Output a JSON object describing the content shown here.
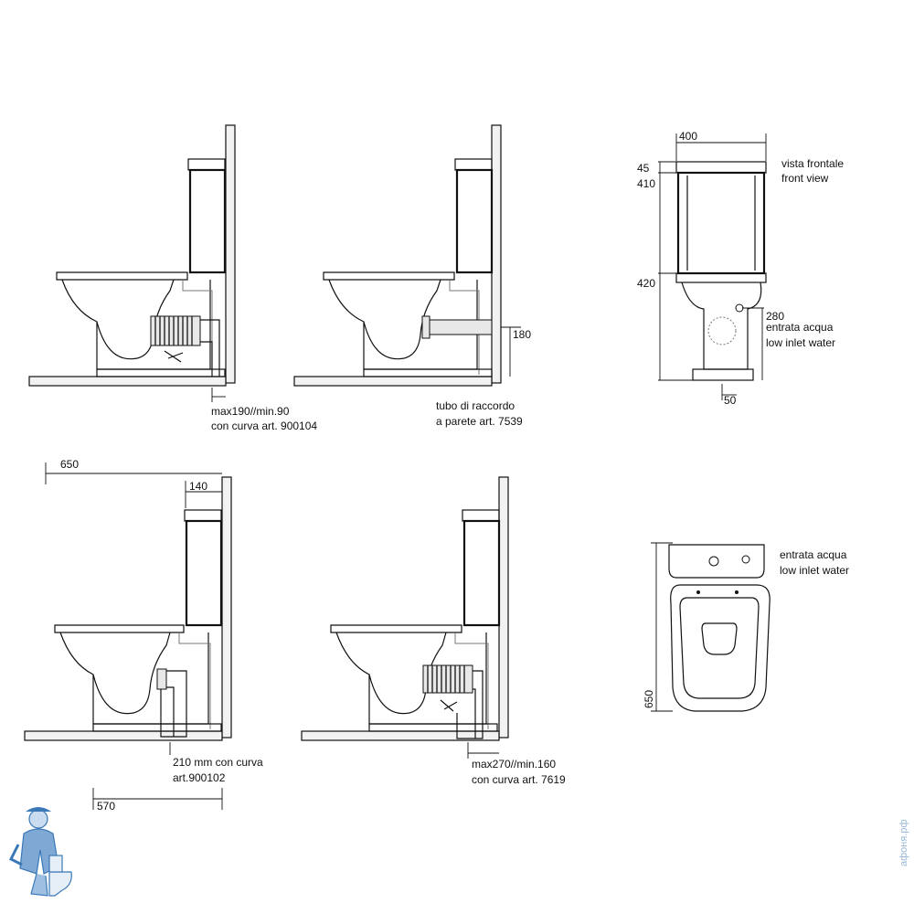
{
  "views": {
    "side1": {
      "note_line1": "max190//min.90",
      "note_line2": "con curva art. 900104"
    },
    "side2": {
      "dim_height": "180",
      "note_line1": "tubo di raccordo",
      "note_line2": "a parete art. 7539"
    },
    "front": {
      "dim_width": "400",
      "dim_top": "45",
      "dim_tank": "410",
      "dim_bowl": "420",
      "dim_inlet": "280",
      "dim_outlet": "50",
      "label_it": "vista frontale",
      "label_en": "front view",
      "inlet_it": "entrata acqua",
      "inlet_en": "low inlet water"
    },
    "side3": {
      "dim_depth": "650",
      "dim_tank_depth": "140",
      "note_line1": "210 mm con curva",
      "note_line2": "art.900102",
      "dim_floor": "570"
    },
    "side4": {
      "note_line1": "max270//min.160",
      "note_line2": "con curva art. 7619"
    },
    "top": {
      "dim_length": "650",
      "inlet_it": "entrata acqua",
      "inlet_en": "low inlet water"
    }
  },
  "watermark": "афоня.рф",
  "colors": {
    "line": "#111111",
    "wall_fill": "#f2f2f2",
    "logo": "#3a78b8"
  },
  "icons": [
    "plumber-mascot-icon"
  ]
}
